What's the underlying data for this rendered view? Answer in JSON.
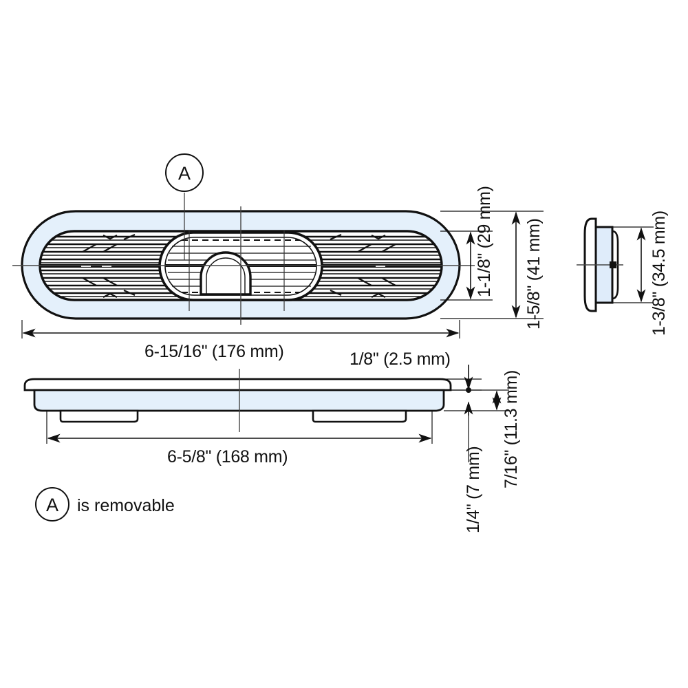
{
  "drawing": {
    "title": "Louvered oval vent technical drawing",
    "views": {
      "top": {
        "name": "top-view"
      },
      "front_section": {
        "name": "front-section-view"
      },
      "side": {
        "name": "side-view"
      }
    },
    "colors": {
      "line": "#111111",
      "thin_line": "#333333",
      "center_line": "#444444",
      "body_fill": "#e4f0fb",
      "inner_fill": "#ffffff",
      "background": "#ffffff"
    }
  },
  "balloons": {
    "a_label": "A"
  },
  "dimensions": {
    "top_overall_length": "6-15/16\" (176 mm)",
    "top_inner_height": "1-1/8\" (29 mm)",
    "top_overall_height": "1-5/8\" (41 mm)",
    "side_height": "1-3/8\" (34.5 mm)",
    "section_flange_thickness": "1/8\" (2.5 mm)",
    "section_length": "6-5/8\" (168 mm)",
    "section_total_depth": "7/16\" (11.3 mm)",
    "section_body_depth": "1/4\" (7 mm)"
  },
  "notes": {
    "removable_note": "is removable",
    "removable_balloon": "A"
  }
}
